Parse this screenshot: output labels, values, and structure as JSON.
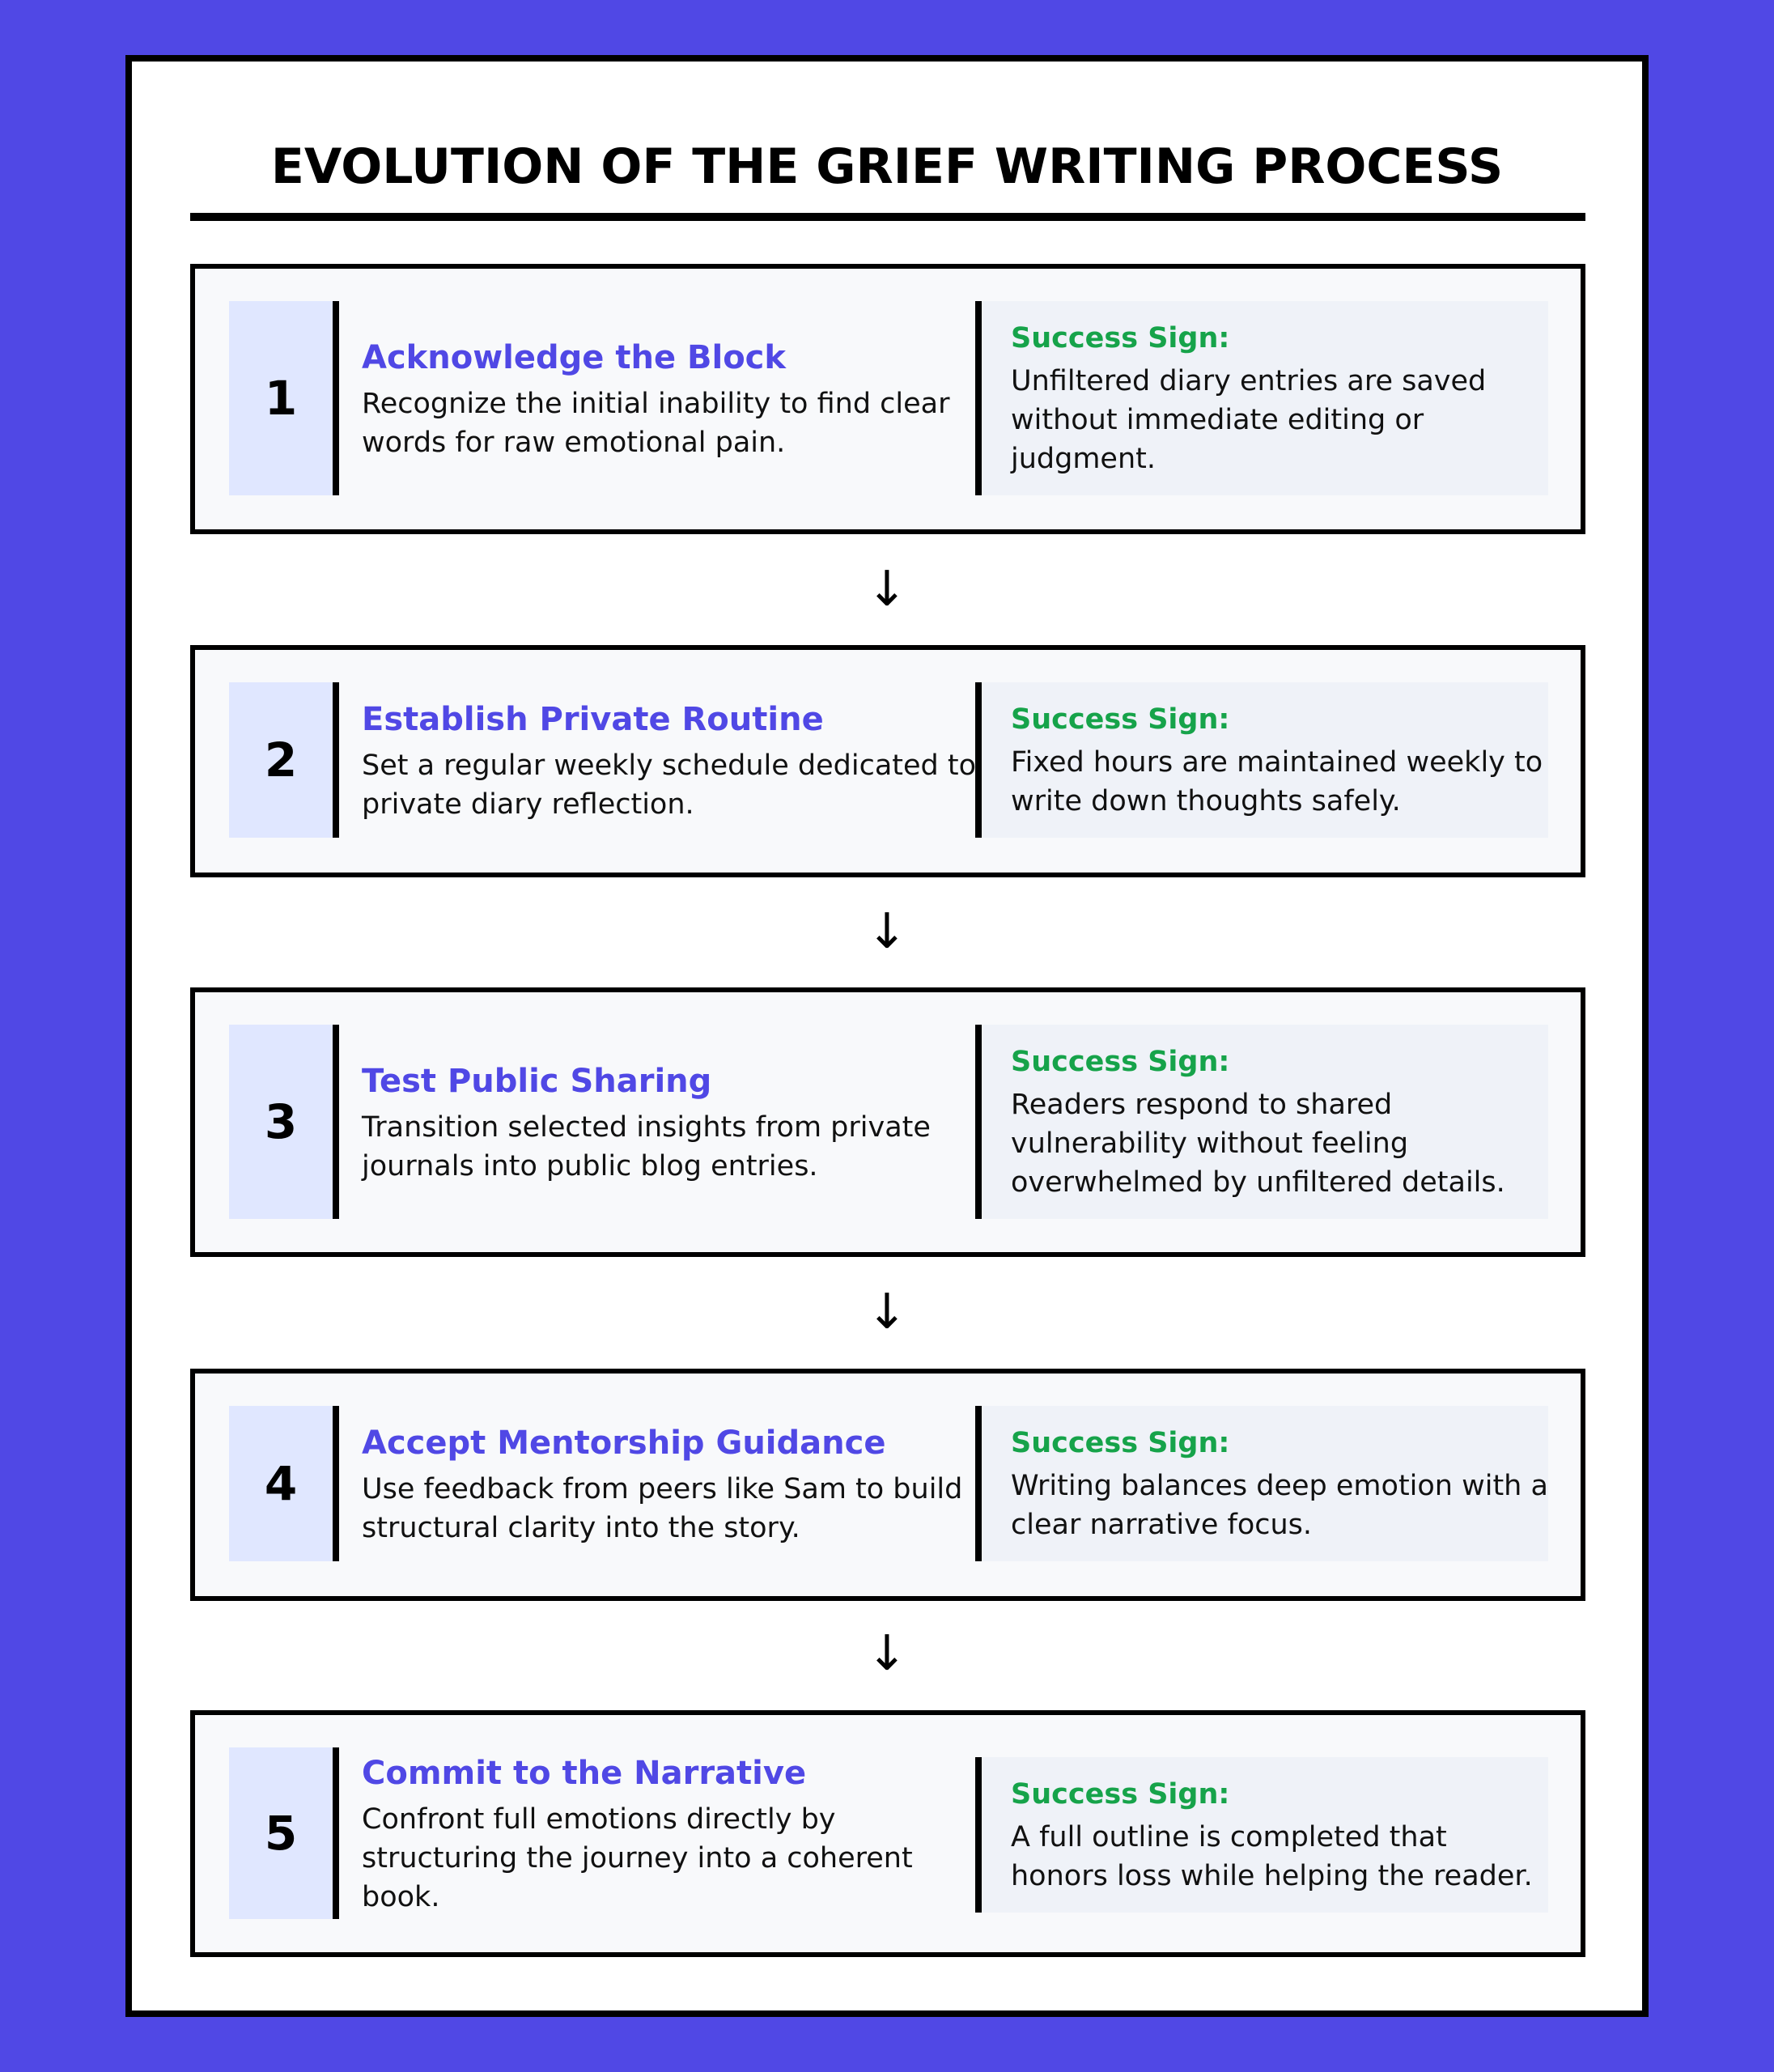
{
  "title": "EVOLUTION OF THE GRIEF WRITING PROCESS",
  "arrow_glyph": "↓",
  "steps": [
    {
      "number": "1",
      "title": "Acknowledge the Block",
      "description": "Recognize the initial inability to find clear words for raw emotional pain.",
      "success_label": "Success Sign:",
      "success_text": "Unfiltered diary entries are saved without immediate editing or judgment."
    },
    {
      "number": "2",
      "title": "Establish Private Routine",
      "description": "Set a regular weekly schedule dedicated to private diary reflection.",
      "success_label": "Success Sign:",
      "success_text": "Fixed hours are maintained weekly to write down thoughts safely."
    },
    {
      "number": "3",
      "title": "Test Public Sharing",
      "description": "Transition selected insights from private journals into public blog entries.",
      "success_label": "Success Sign:",
      "success_text": "Readers respond to shared vulnerability without feeling overwhelmed by unfiltered details."
    },
    {
      "number": "4",
      "title": "Accept Mentorship Guidance",
      "description": "Use feedback from peers like Sam to build structural clarity into the story.",
      "success_label": "Success Sign:",
      "success_text": "Writing balances deep emotion with a clear narrative focus."
    },
    {
      "number": "5",
      "title": "Commit to the Narrative",
      "description": "Confront full emotions directly by structuring the journey into a coherent book.",
      "success_label": "Success Sign:",
      "success_text": "A full outline is completed that honors loss while helping the reader."
    }
  ]
}
